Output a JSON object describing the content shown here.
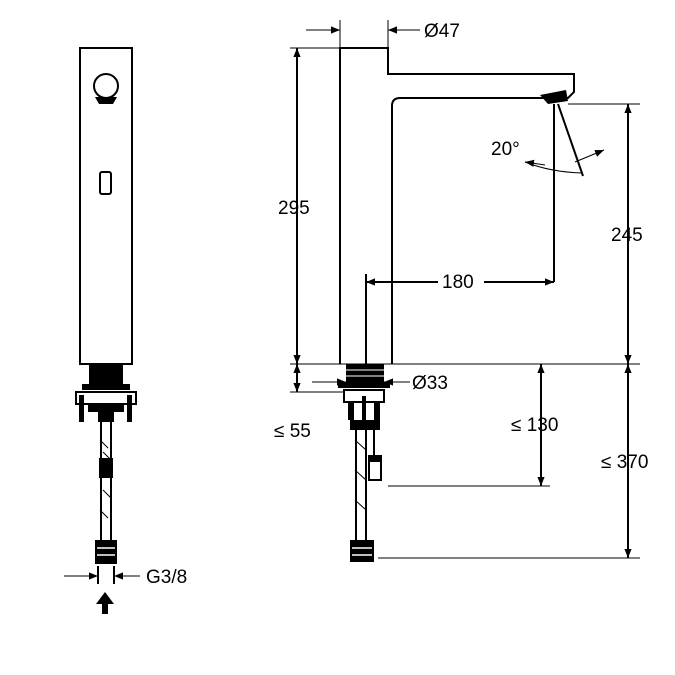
{
  "dimensions": {
    "dia_spout": "Ø47",
    "dia_base": "Ø33",
    "height_body": "295",
    "height_outlet": "245",
    "reach": "180",
    "angle": "20°",
    "max_thickness": "≤ 55",
    "max_hose": "≤ 130",
    "max_total": "≤ 370",
    "thread": "G3/8"
  },
  "colors": {
    "line": "#000000",
    "background": "#ffffff"
  },
  "icons": {
    "inlet": "arrow-up-icon"
  }
}
